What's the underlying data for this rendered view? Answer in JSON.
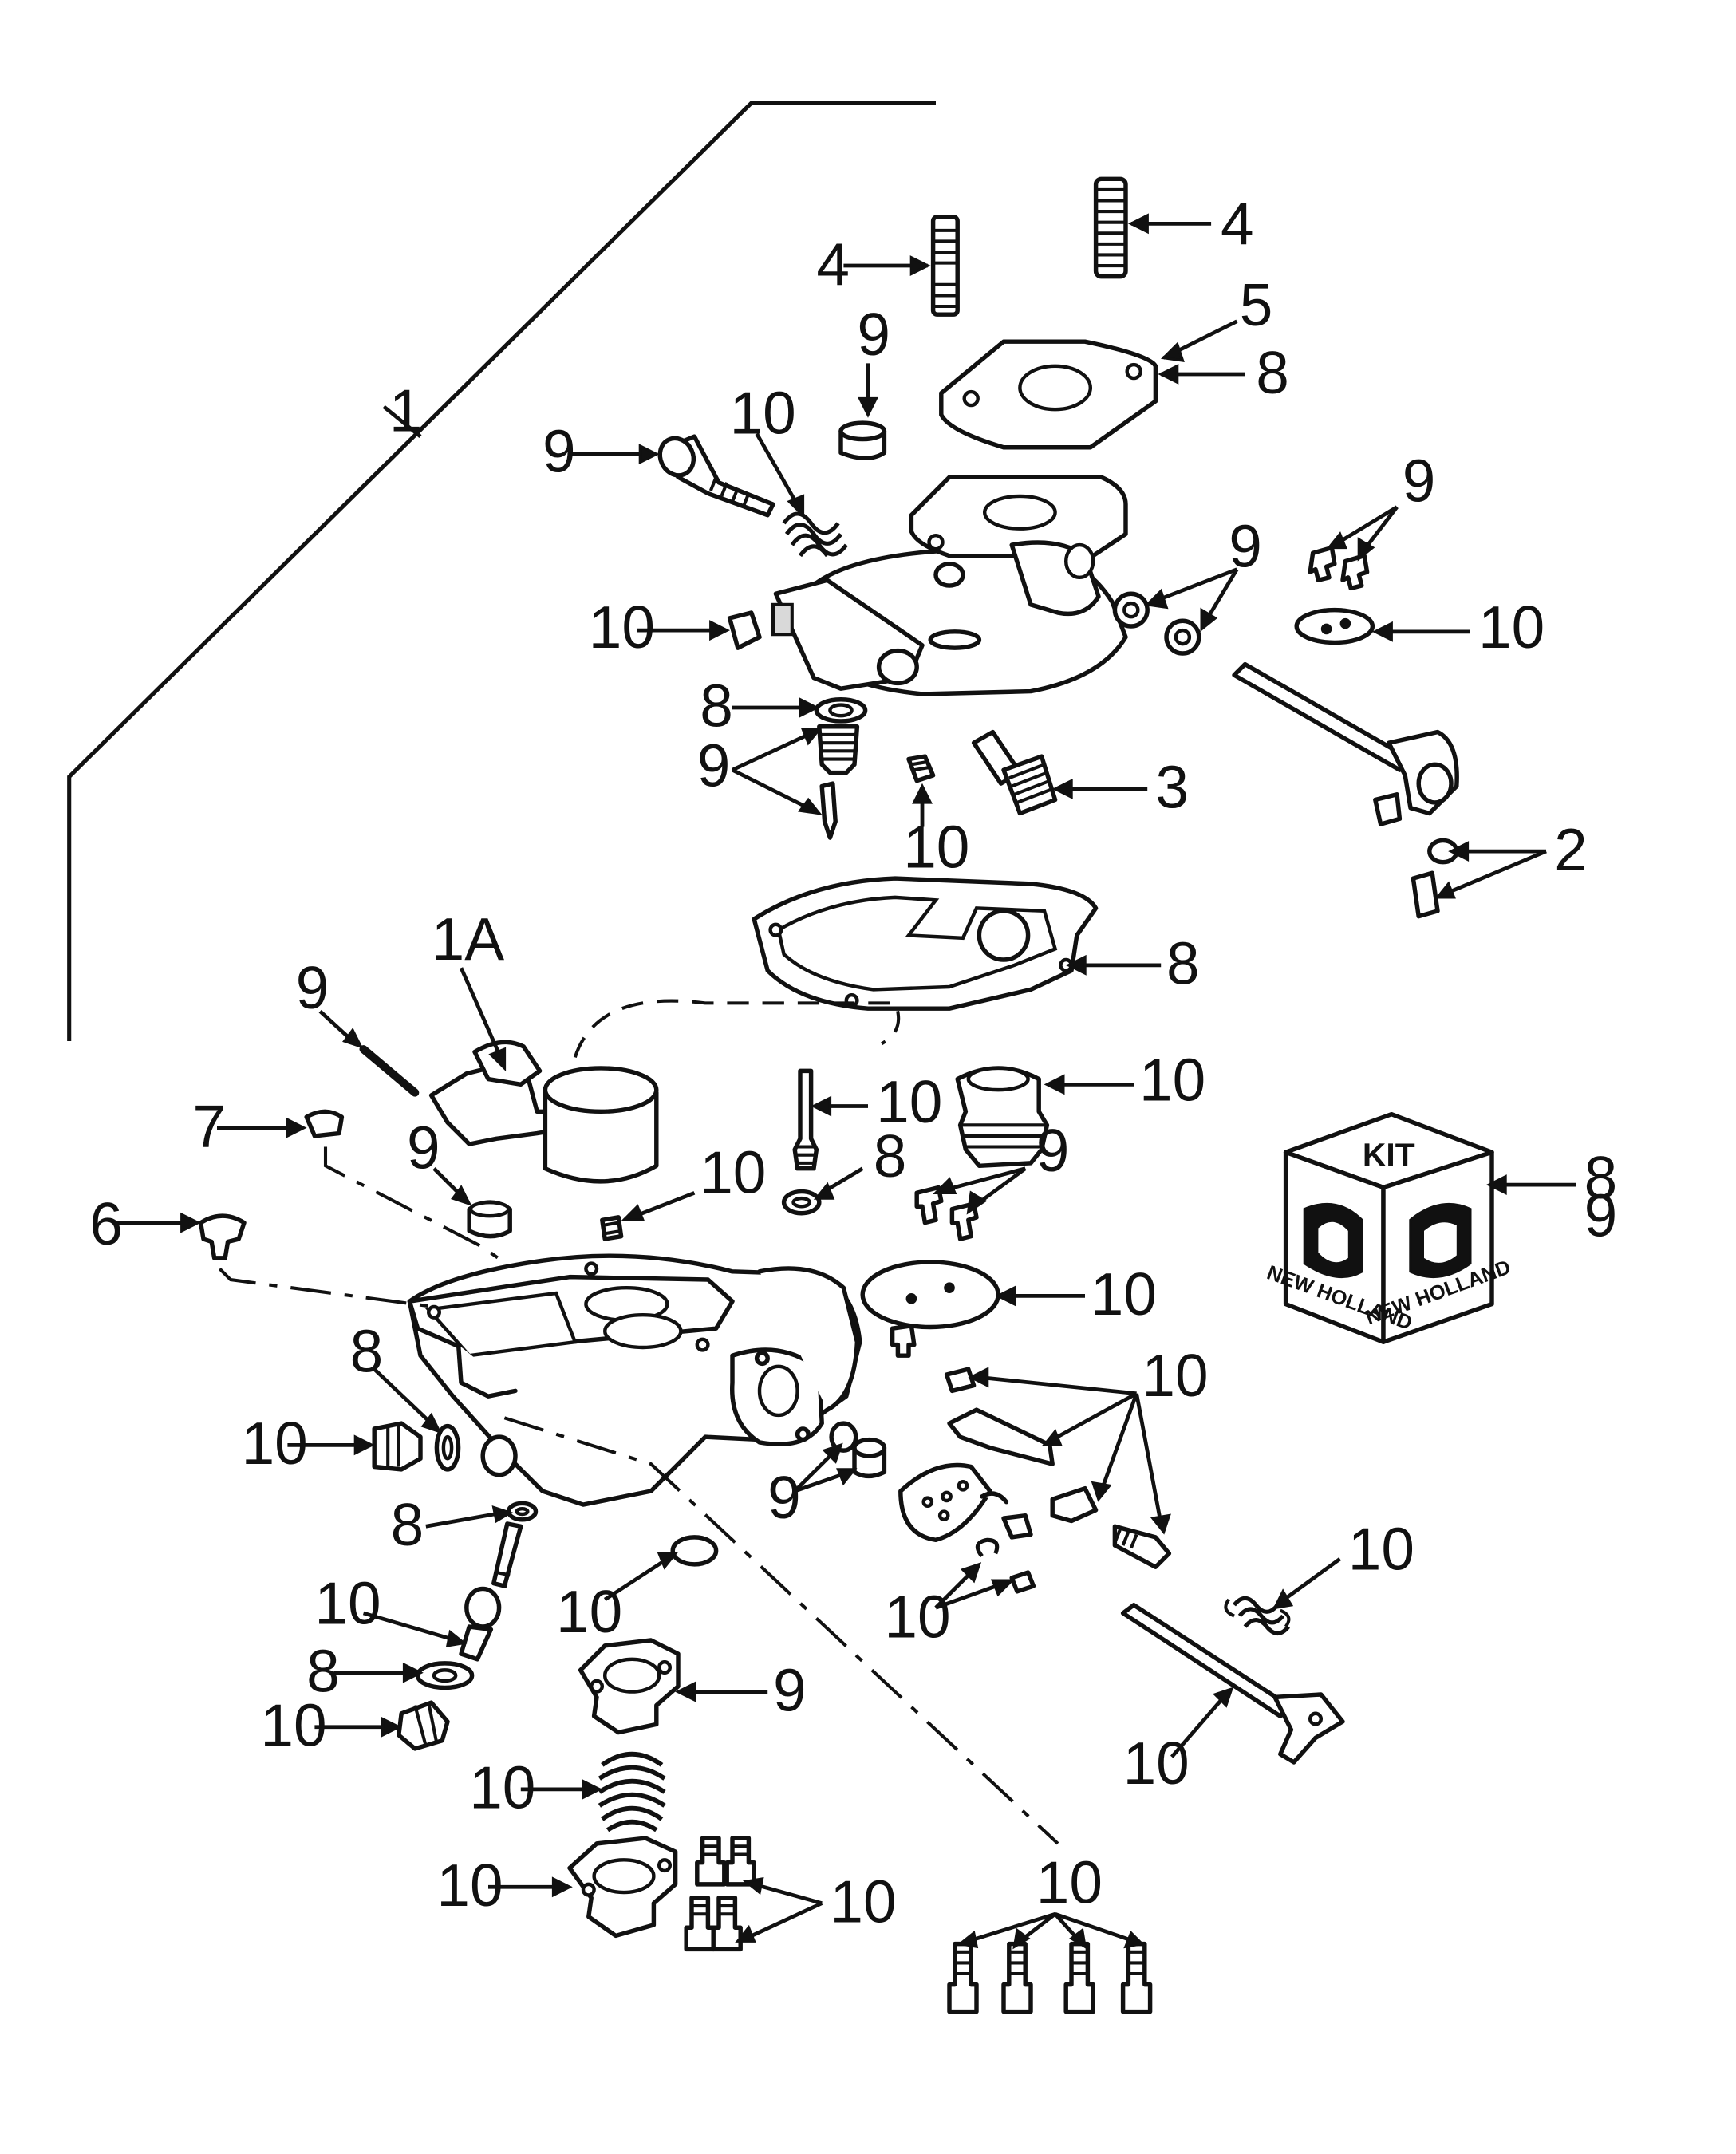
{
  "diagram": {
    "frame_label": "1",
    "callouts": {
      "c_1a": "1A",
      "c_2": "2",
      "c_3": "3",
      "c_4a": "4",
      "c_4b": "4",
      "c_5": "5",
      "c_6": "6",
      "c_7": "7",
      "c_8_gasket_top": "8",
      "c_8_washer_needle": "8",
      "c_8_bowl_gasket": "8",
      "c_8_jet_washer": "8",
      "c_8_body_left": "8",
      "c_8_body_lower": "8",
      "c_8_lower_washer": "8",
      "c_9_plug": "9",
      "c_9_needle_valve": "9",
      "c_9_screws_top": "9",
      "c_9_bushings": "9",
      "c_9_seat": "9",
      "c_9_pin": "9",
      "c_9_ring": "9",
      "c_9_screws_mid": "9",
      "c_9_body_bushing": "9",
      "c_9_cover": "9",
      "c_10_spring_top": "10",
      "c_10_plug_left": "10",
      "c_10_plate_top": "10",
      "c_10_jet_small": "10",
      "c_10_nozzle": "10",
      "c_10_jet_needle": "10",
      "c_10_bowl_plug": "10",
      "c_10_throttle_plate": "10",
      "c_10_linkage": "10",
      "c_10_body_plug": "10",
      "c_10_welch": "10",
      "c_10_clips": "10",
      "c_10_spring_right": "10",
      "c_10_lower_jet": "10",
      "c_10_lower_plug": "10",
      "c_10_shaft": "10",
      "c_10_spring_lower": "10",
      "c_10_housing": "10",
      "c_10_screws_lower": "10",
      "c_10_screws_bottom": "10"
    },
    "kit": {
      "label": "KIT",
      "brand_left": "NEW HOLLAND",
      "brand_right": "NEW HOLLAND",
      "callout_line1": "8",
      "callout_line2": "9"
    }
  }
}
